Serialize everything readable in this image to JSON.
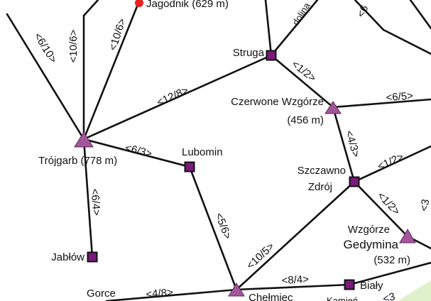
{
  "places": {
    "jagodnik": "Jagodnik (629 m)",
    "struga": "Struga",
    "dolina": "dolina",
    "czerwone_line1": "Czerwone Wzgórze",
    "czerwone_line2": "(456 m)",
    "trojgarb": "Trójgarb (778 m)",
    "lubomin": "Lubomin",
    "szczawno_line1": "Szczawno",
    "szczawno_line2": "Zdrój",
    "gedymina_line1": "Wzgórze",
    "gedymina_line2": "Gedymina",
    "gedymina_line3": "(532 m)",
    "jablow": "Jabłów",
    "gorce": "Gorce",
    "chelmiec": "Chełmiec",
    "bialy": "Biały",
    "kamien": "Kamień"
  },
  "routes": {
    "r_6_10": "<6/10>",
    "r_10_6a": "<10/6>",
    "r_10_6b": "<10/6>",
    "r_12_8": "<12/8>",
    "r_1_2a": "<1/2>",
    "r_6_5": "<6/5>",
    "r_6_3": "<6/3>",
    "r_4_3": "<4/3>",
    "r_1_2b": "<1/2>",
    "r_6_4": "<6/4>",
    "r_5_6": "<5/6>",
    "r_1_2c": "<1/2>",
    "r_10_5": "<10/5>",
    "r_8_4": "<8/4>",
    "r_4_8": "<4/8>",
    "r_3": "<3",
    "r_top_right": "<6",
    "r_right_edge": "<3"
  },
  "colors": {
    "town_marker": "#7a1a7a",
    "peak_marker": "#a2559a",
    "village_marker": "#e8231f",
    "route_line": "#111111"
  }
}
